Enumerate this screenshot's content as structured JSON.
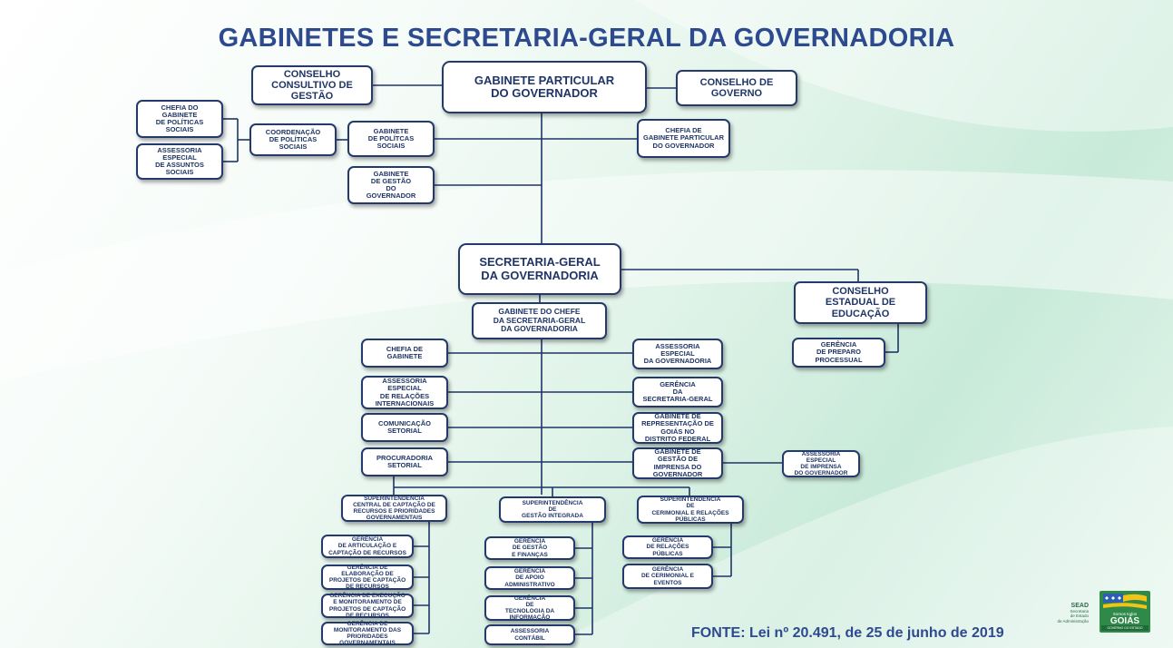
{
  "title": "GABINETES E SECRETARIA-GERAL DA GOVERNADORIA",
  "source": "FONTE: Lei nº 20.491, de 25 de junho de 2019",
  "brand": {
    "sead": "SEAD",
    "sead_sub": "Secretaria\nde Estado\nde Administração",
    "goias_small": "Somos todos",
    "goias": "GOIÁS",
    "goias_sub": "GOVERNO DO ESTADO"
  },
  "colors": {
    "title": "#2e4a8f",
    "border": "#243a6b",
    "line": "#1f3566",
    "logo_green": "#2f8a4a"
  },
  "nodes": {
    "gab_particular": "GABINETE PARTICULAR\nDO GOVERNADOR",
    "conselho_consultivo": "CONSELHO\nCONSULTIVO DE\nGESTÃO",
    "conselho_governo": "CONSELHO DE\nGOVERNO",
    "chefia_gab_pol": "CHEFIA DO\nGABINETE\nDE POLÍTICAS\nSOCIAIS",
    "assessoria_assuntos": "ASSESSORIA\nESPECIAL\nDE ASSUNTOS\nSOCIAIS",
    "coord_pol": "COORDENAÇÃO\nDE POLÍTICAS\nSOCIAIS",
    "gab_pol": "GABINETE\nDE POLÍTCAS\nSOCIAIS",
    "chefia_gab_part": "CHEFIA DE\nGABINETE PARTICULAR\nDO GOVERNADOR",
    "gab_gestao": "GABINETE\nDE GESTÃO\nDO\nGOVERNADOR",
    "secretaria_geral": "SECRETARIA-GERAL\nDA GOVERNADORIA",
    "conselho_educacao": "CONSELHO\nESTADUAL DE\nEDUCAÇÃO",
    "gerencia_preparo": "GERÊNCIA\nDE PREPARO\nPROCESSUAL",
    "gab_chefe": "GABINETE DO CHEFE\nDA SECRETARIA-GERAL\nDA GOVERNADORIA",
    "chefia_gabinete": "CHEFIA DE\nGABINETE",
    "assessoria_especial_gov": "ASSESSORIA\nESPECIAL\nDA GOVERNADORIA",
    "assessoria_rel_int": "ASSESSORIA\nESPECIAL\nDE RELAÇÕES\nINTERNACIONAIS",
    "gerencia_secretaria": "GERÊNCIA\nDA\nSECRETARIA-GERAL",
    "comunicacao": "COMUNICAÇÃO\nSETORIAL",
    "gab_representacao": "GABINETE DE\nREPRESENTAÇÃO DE\nGOIÁS NO\nDISTRITO FEDERAL",
    "procuradoria": "PROCURADORIA\nSETORIAL",
    "gab_imprensa": "GABINETE DE\nGESTÃO DE\nIMPRENSA DO\nGOVERNADOR",
    "assessoria_imprensa": "ASSESSORIA ESPECIAL\nDE IMPRENSA\nDO GOVERNADOR",
    "sup_captacao": "SUPERINTENDÊNCIA\nCENTRAL DE CAPTAÇÃO DE\nRECURSOS E PRIORIDADES\nGOVERNAMENTAIS",
    "sup_gestao": "SUPERINTENDÊNCIA\nDE\nGESTÃO INTEGRADA",
    "sup_cerimonial": "SUPERINTENDÊNCIA\nDE\nCERIMONIAL E RELAÇÕES\nPÚBLICAS",
    "ger_articulacao": "GERÊNCIA\nDE ARTICULAÇÃO E\nCAPTAÇÃO DE RECURSOS",
    "ger_elaboracao": "GERÊNCIA DE\nELABORAÇÃO DE\nPROJETOS DE CAPTAÇÃO\nDE RECURSOS",
    "ger_execucao": "GERÊNCIA DE EXECUÇÃO\nE MONITORAMENTO DE\nPROJETOS DE CAPTAÇÃO\nDE RECURSOS",
    "ger_monitoramento": "GERÊNCIA DE\nMONITORAMENTO DAS\nPRIORIDADES\nGOVERNAMENTAIS",
    "ger_financas": "GERÊNCIA\nDE GESTÃO\nE FINANÇAS",
    "ger_apoio": "GERÊNCIA\nDE APOIO\nADMINISTRATIVO",
    "ger_tecnologia": "GERÊNCIA\nDE\nTECNOLOGIA DA\nINFORMAÇÃO",
    "assessoria_contabil": "ASSESSORIA\nCONTÁBIL",
    "ger_relacoes": "GERÊNCIA\nDE RELAÇÕES\nPÚBLICAS",
    "ger_cerimonial": "GERÊNCIA\nDE CERIMONIAL E\nEVENTOS"
  }
}
